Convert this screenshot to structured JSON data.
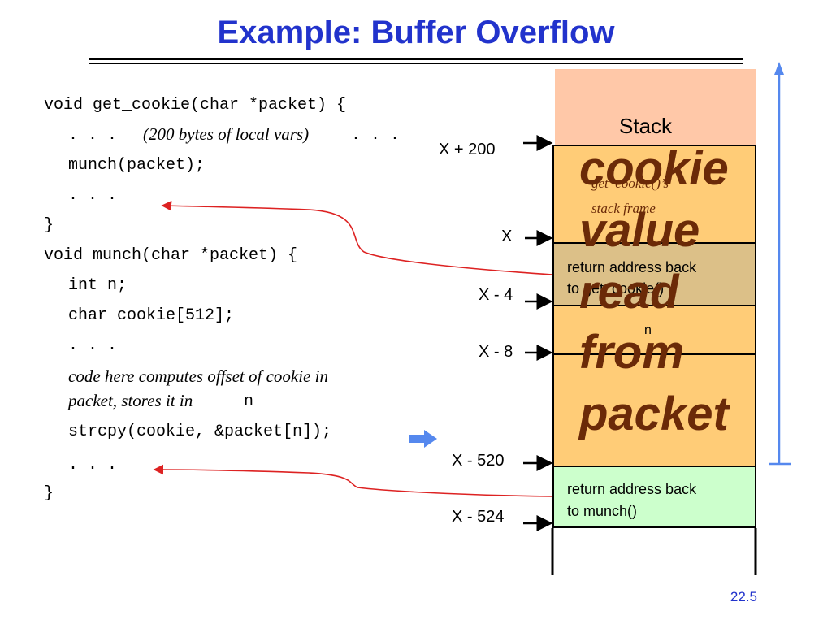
{
  "title": "Example: Buffer Overflow",
  "code": {
    "l1": "void get_cookie(char *packet) {",
    "l2_dots_a": ". . .",
    "l2_italic": "(200 bytes of local vars)",
    "l2_dots_b": ". . .",
    "l3": "munch(packet);",
    "l4": ". . .",
    "l5": "}",
    "l6": "void munch(char *packet) {",
    "l7": "int n;",
    "l8": "char cookie[512];",
    "l9": ". . .",
    "l10_italic": "code here computes offset of cookie in",
    "l11_italic": "packet, stores it in",
    "l11_mono": "n",
    "l12": "strcpy(cookie, &packet[n]);",
    "l13": ". . .",
    "l14": "}"
  },
  "stack": {
    "label": "Stack",
    "frame_label_1": "get_cookie()’s",
    "frame_label_2": "stack frame",
    "ret1_line1": "return address back",
    "ret1_line2": "to get_cookie()",
    "n_label": "n",
    "ret2_line1": "return address back",
    "ret2_line2": "to munch()",
    "overlay_1": "cookie",
    "overlay_2": "value",
    "overlay_3": "read",
    "overlay_4": "from",
    "overlay_5": "packet"
  },
  "addresses": {
    "a1": "X + 200",
    "a2": "X",
    "a3": "X - 4",
    "a4": "X - 8",
    "a5": "X - 520",
    "a6": "X - 524"
  },
  "page_number": "22.5",
  "colors": {
    "title": "#2233cc",
    "stack_top": "#ffc8a8",
    "frame": "#ffcc77",
    "ret_addr_1": "#dcc088",
    "ret_addr_2": "#ccffcc",
    "overlay_text": "#6b2a08",
    "red_arrow": "#dd2222",
    "blue_arrow": "#5588ee"
  }
}
